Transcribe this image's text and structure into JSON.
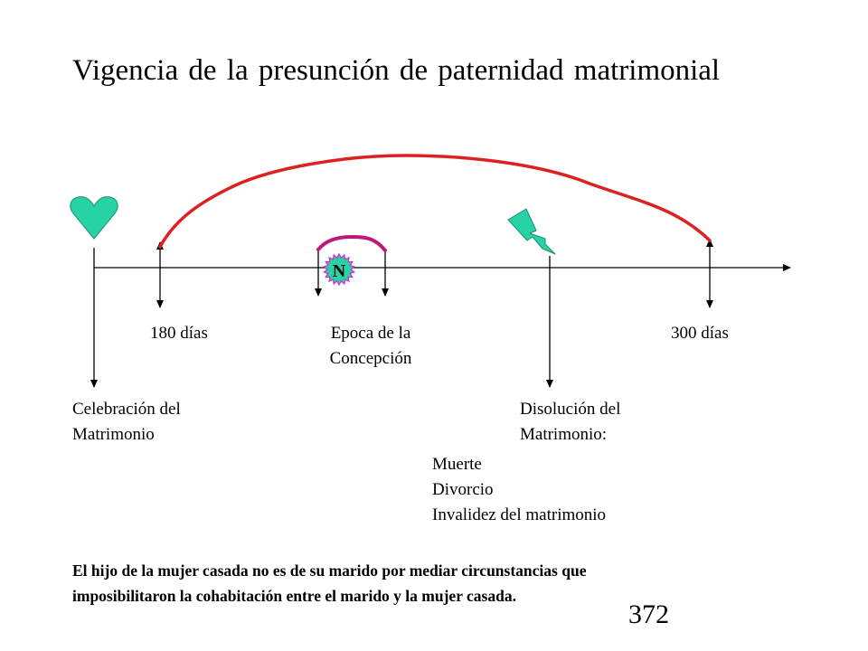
{
  "title": "Vigencia de la presunción de paternidad matrimonial",
  "timeline": {
    "marks": {
      "d180": "180 días",
      "concepcion": [
        "Epoca de la",
        "Concepción"
      ],
      "d300": "300 días",
      "celebracion": [
        "Celebración del",
        "Matrimonio"
      ],
      "disolucion": [
        "Disolución del",
        "Matrimonio:"
      ],
      "causes": [
        "Muerte",
        "Divorcio",
        "Invalidez del matrimonio"
      ]
    },
    "birth_symbol": "N",
    "icons": {
      "marriage": "heart-icon",
      "dissolution": "lightning-icon",
      "birth": "star-seal-icon"
    },
    "colors": {
      "arc": "#dd2020",
      "concepcion_arc": "#c0187a",
      "heart": "#27d3a4",
      "lightning": "#27d3a4",
      "seal_fill": "#27d3a4",
      "seal_border": "#cc33cc"
    }
  },
  "note": [
    "El hijo de la mujer casada no es de su marido por mediar circunstancias que",
    "imposibilitaron la cohabitación entre el marido y la mujer casada."
  ],
  "page_number": "372"
}
